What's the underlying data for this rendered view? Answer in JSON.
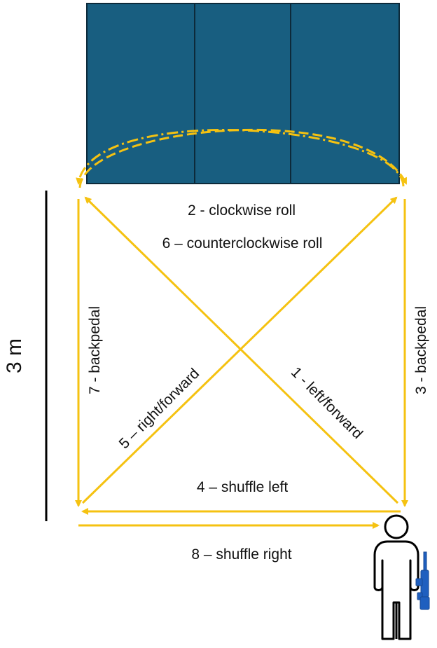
{
  "colors": {
    "mat_fill": "#185e80",
    "mat_border": "#0d2a3a",
    "arrow": "#f5c211",
    "scale_bar": "#000000",
    "person_outline": "#000000",
    "rifle": "#1f5fbf"
  },
  "scale": {
    "label": "3 m"
  },
  "movements": [
    {
      "id": "m1",
      "label": "1 - left/forward"
    },
    {
      "id": "m2",
      "label": "2 - clockwise roll"
    },
    {
      "id": "m3",
      "label": "3 - backpedal"
    },
    {
      "id": "m4",
      "label": "4 – shuffle left"
    },
    {
      "id": "m5",
      "label": "5 – right/forward"
    },
    {
      "id": "m6",
      "label": "6 – counterclockwise roll"
    },
    {
      "id": "m7",
      "label": "7 - backpedal"
    },
    {
      "id": "m8",
      "label": "8 – shuffle right"
    }
  ],
  "icons": {
    "person": "person-figure-icon",
    "rifle": "rifle-icon"
  }
}
